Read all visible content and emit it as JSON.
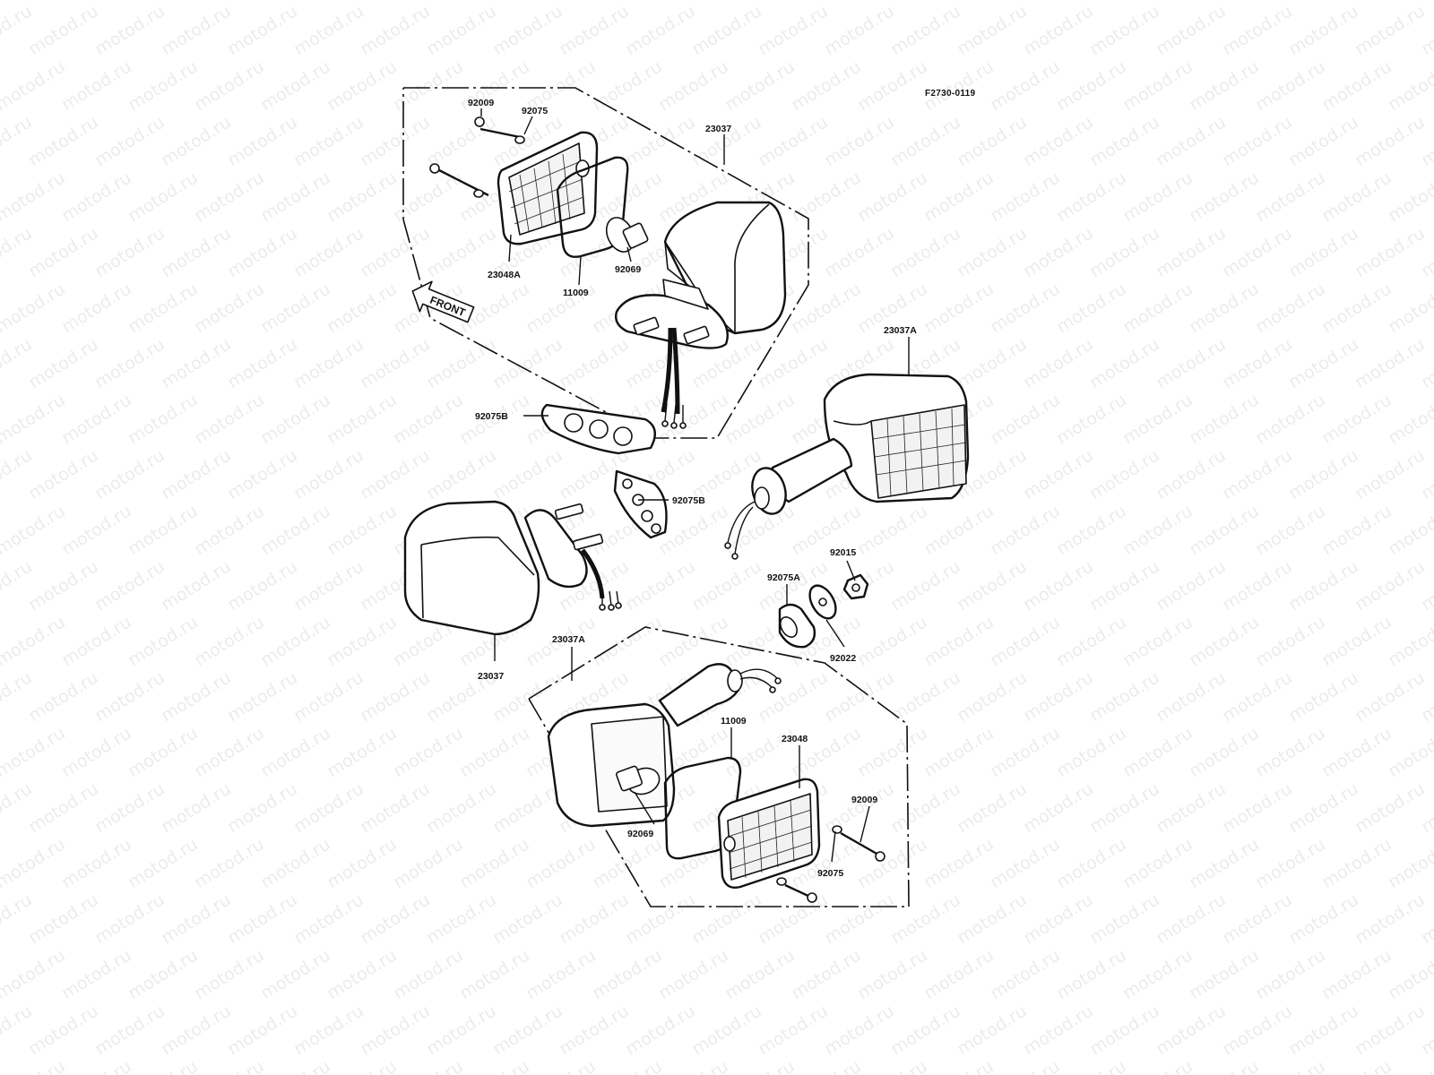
{
  "drawing_id": "F2730-0119",
  "watermark": "motod.ru",
  "front_label": "FRONT",
  "callouts": {
    "c92009_top": "92009",
    "c92075_top": "92075",
    "c23037_top": "23037",
    "c23048A": "23048A",
    "c11009_top": "11009",
    "c92069_top": "92069",
    "c92075B_left": "92075B",
    "c23037A_right": "23037A",
    "c92075B_mid": "92075B",
    "c92015": "92015",
    "c92075A": "92075A",
    "c92022": "92022",
    "c23037_left": "23037",
    "c23037A_bottom": "23037A",
    "c11009_bottom": "11009",
    "c23048": "23048",
    "c92009_bottom": "92009",
    "c92069_bottom": "92069",
    "c92075_bottom": "92075"
  }
}
